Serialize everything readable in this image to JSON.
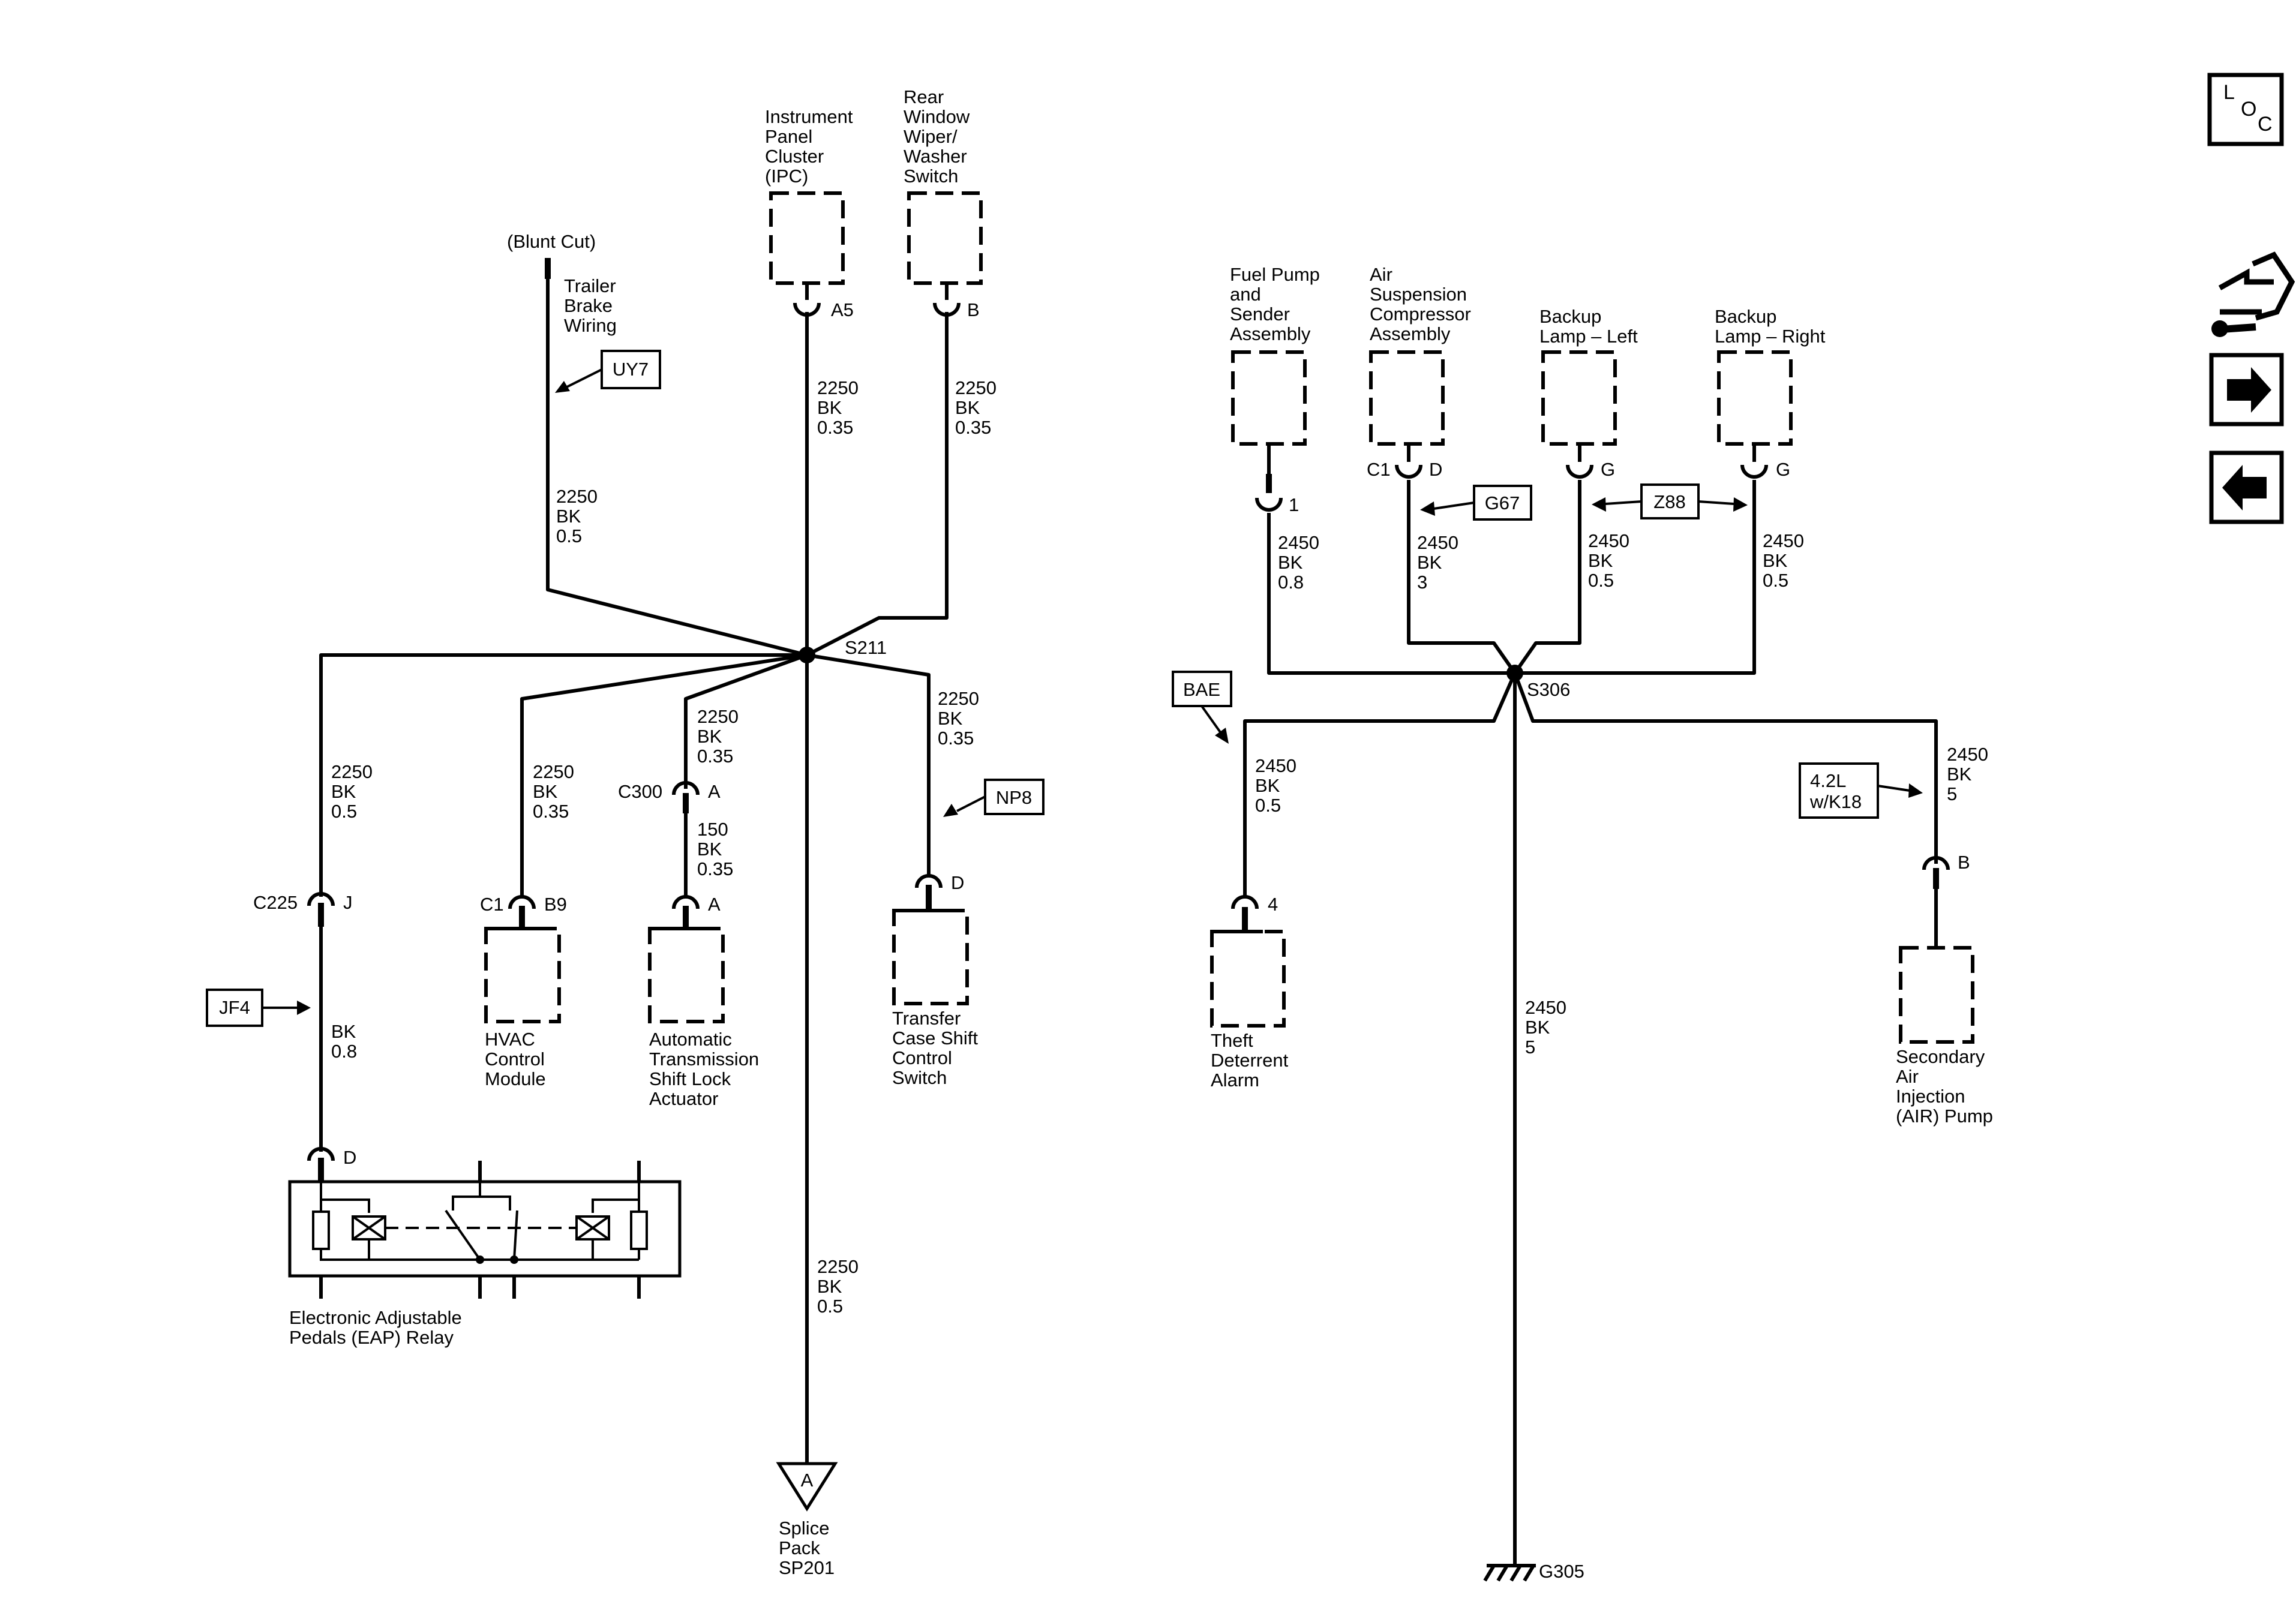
{
  "loc": {
    "line1": "L",
    "line2": "O",
    "line3": "C"
  },
  "icons": {
    "loc": "loc-icon",
    "tools": "tools-icon",
    "next": "arrow-right-icon",
    "prev": "arrow-left-icon"
  },
  "components": {
    "ipc": [
      "Instrument",
      "Panel",
      "Cluster",
      "(IPC)"
    ],
    "rear_wiper": [
      "Rear",
      "Window",
      "Wiper/",
      "Washer",
      "Switch"
    ],
    "trailer": {
      "cut": "(Blunt Cut)",
      "lines": [
        "Trailer",
        "Brake",
        "Wiring"
      ]
    },
    "hvac": [
      "HVAC",
      "Control",
      "Module"
    ],
    "trans": [
      "Automatic",
      "Transmission",
      "Shift Lock",
      "Actuator"
    ],
    "transfer": [
      "Transfer",
      "Case Shift",
      "Control",
      "Switch"
    ],
    "eap": [
      "Electronic Adjustable",
      "Pedals (EAP) Relay"
    ],
    "splice_pack": [
      "Splice",
      "Pack",
      "SP201"
    ],
    "splice_letter": "A",
    "fuel_pump": [
      "Fuel Pump",
      "and",
      "Sender",
      "Assembly"
    ],
    "air_susp": [
      "Air",
      "Suspension",
      "Compressor",
      "Assembly"
    ],
    "backup_left": [
      "Backup",
      "Lamp – Left"
    ],
    "backup_right": [
      "Backup",
      "Lamp – Right"
    ],
    "theft": [
      "Theft",
      "Deterrent",
      "Alarm"
    ],
    "air_pump": [
      "Secondary",
      "Air",
      "Injection",
      "(AIR) Pump"
    ]
  },
  "splices": {
    "s211": "S211",
    "s306": "S306"
  },
  "ground": "G305",
  "options": {
    "uy7": "UY7",
    "jf4": "JF4",
    "np8": "NP8",
    "g67": "G67",
    "z88": "Z88",
    "bae": "BAE",
    "k18": [
      "4.2L",
      "w/K18"
    ]
  },
  "connectors": {
    "ipc_pin": "A5",
    "wiper_pin": "B",
    "c225": "C225",
    "c225_pin": "J",
    "hvac_conn": "C1",
    "hvac_pin": "B9",
    "c300": "C300",
    "c300_pin": "A",
    "trans_pin": "A",
    "transfer_pin": "D",
    "eap_pin": "D",
    "fuel_pin": "1",
    "air_susp_conn": "C1",
    "air_susp_pin": "D",
    "bl_pin": "G",
    "br_pin": "G",
    "theft_pin": "4",
    "air_pump_pin": "B"
  },
  "wires": {
    "ipc": [
      "2250",
      "BK",
      "0.35"
    ],
    "wiper": [
      "2250",
      "BK",
      "0.35"
    ],
    "trailer": [
      "2250",
      "BK",
      "0.5"
    ],
    "c225_upper": [
      "2250",
      "BK",
      "0.5"
    ],
    "c225_lower": [
      "BK",
      "0.8"
    ],
    "hvac": [
      "2250",
      "BK",
      "0.35"
    ],
    "c300_upper": [
      "2250",
      "BK",
      "0.35"
    ],
    "c300_lower": [
      "150",
      "BK",
      "0.35"
    ],
    "transfer": [
      "2250",
      "BK",
      "0.35"
    ],
    "splice_a": [
      "2250",
      "BK",
      "0.5"
    ],
    "fuel": [
      "2450",
      "BK",
      "0.8"
    ],
    "air_susp": [
      "2450",
      "BK",
      "3"
    ],
    "bl": [
      "2450",
      "BK",
      "0.5"
    ],
    "br": [
      "2450",
      "BK",
      "0.5"
    ],
    "theft": [
      "2450",
      "BK",
      "0.5"
    ],
    "air_pump": [
      "2450",
      "BK",
      "5"
    ],
    "ground": [
      "2450",
      "BK",
      "5"
    ]
  }
}
